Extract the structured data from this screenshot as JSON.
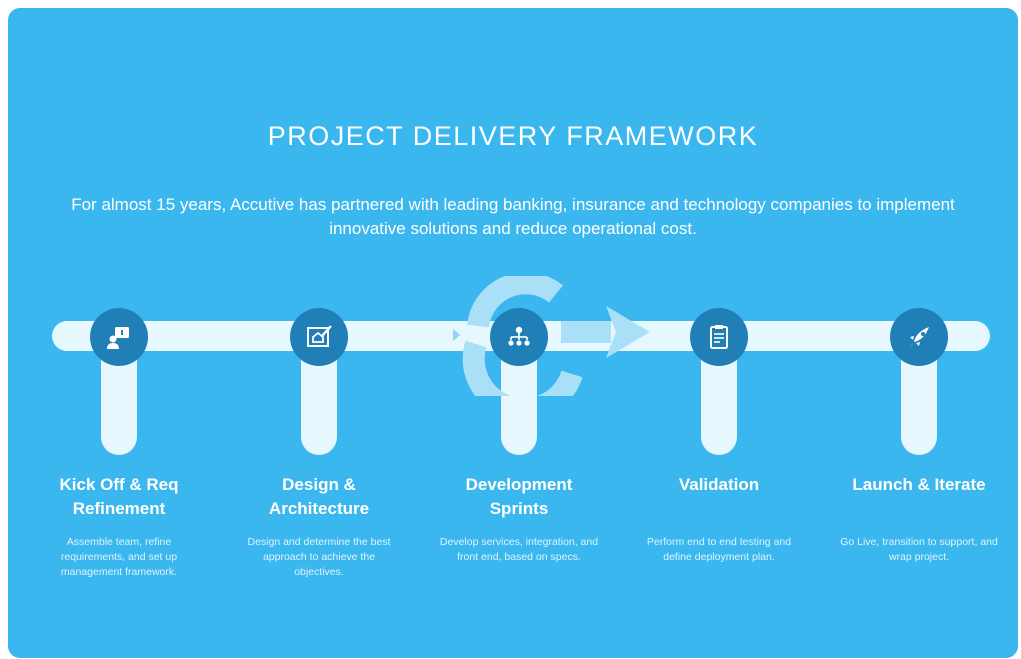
{
  "header": {
    "title": "PROJECT DELIVERY FRAMEWORK",
    "subtitle": "For almost 15 years, Accutive has partnered with leading banking, insurance and technology companies to implement innovative solutions and reduce operational cost."
  },
  "colors": {
    "background": "#3bb7ef",
    "track": "#e6f7fd",
    "node": "#1f7fb6",
    "cycle_arrow": "#a9e0f8"
  },
  "steps": [
    {
      "title": "Kick Off & Req Refinement",
      "description": "Assemble team, refine requirements, and set up management framework.",
      "icon": "presenter-icon"
    },
    {
      "title": "Design & Architecture",
      "description": "Design and determine the best approach to achieve the objectives.",
      "icon": "blueprint-icon"
    },
    {
      "title": "Development Sprints",
      "description": "Develop services, integration, and front end, based on specs.",
      "icon": "org-chart-icon"
    },
    {
      "title": "Validation",
      "description": "Perform end to end testing and define deployment plan.",
      "icon": "clipboard-checklist-icon"
    },
    {
      "title": "Launch & Iterate",
      "description": "Go Live, transition to support, and wrap project.",
      "icon": "rocket-icon"
    }
  ]
}
